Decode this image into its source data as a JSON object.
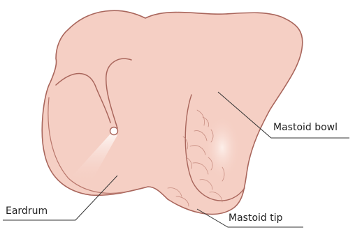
{
  "labels": {
    "mastoid_bowl": "Mastoid bowl",
    "eardrum": "Eardrum",
    "mastoid_tip": "Mastoid tip"
  },
  "colors": {
    "skin_fill": "#f5cfc4",
    "outline": "#a9665c",
    "inner_line": "#b8766b",
    "highlight": "#fbe9e3",
    "leader_line": "#333333"
  }
}
